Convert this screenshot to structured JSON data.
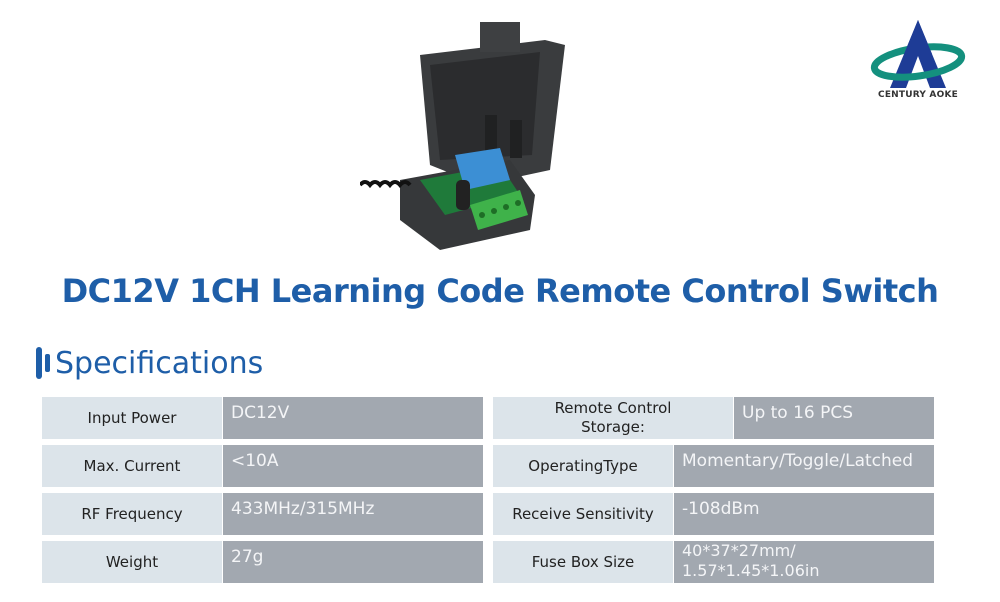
{
  "brand": {
    "name": "CENTURY AOKE",
    "colors": {
      "triangle": "#1e3c96",
      "ring": "#14907e"
    }
  },
  "product_image": {
    "alt": "DC12V 1CH remote control relay module in black open enclosure"
  },
  "title": "DC12V 1CH Learning Code Remote Control Switch",
  "specifications": {
    "heading": "Specifications",
    "left": [
      {
        "label": "Input Power",
        "value": "DC12V"
      },
      {
        "label": "Max. Current",
        "value": "<10A"
      },
      {
        "label": "RF Frequency",
        "value": "433MHz/315MHz"
      },
      {
        "label": "Weight",
        "value": "27g"
      }
    ],
    "right": [
      {
        "label": "Remote Control Storage:",
        "value": "Up to 16 PCS"
      },
      {
        "label": "OperatingType",
        "value": "Momentary/Toggle/Latched"
      },
      {
        "label": "Receive Sensitivity",
        "value": "-108dBm"
      },
      {
        "label": "Fuse Box Size",
        "value": "40*37*27mm/ 1.57*1.45*1.06in"
      }
    ]
  },
  "colors": {
    "accent": "#1e5ea8",
    "label_bg": "#dce4ea",
    "value_bg": "#a2a8b0"
  }
}
